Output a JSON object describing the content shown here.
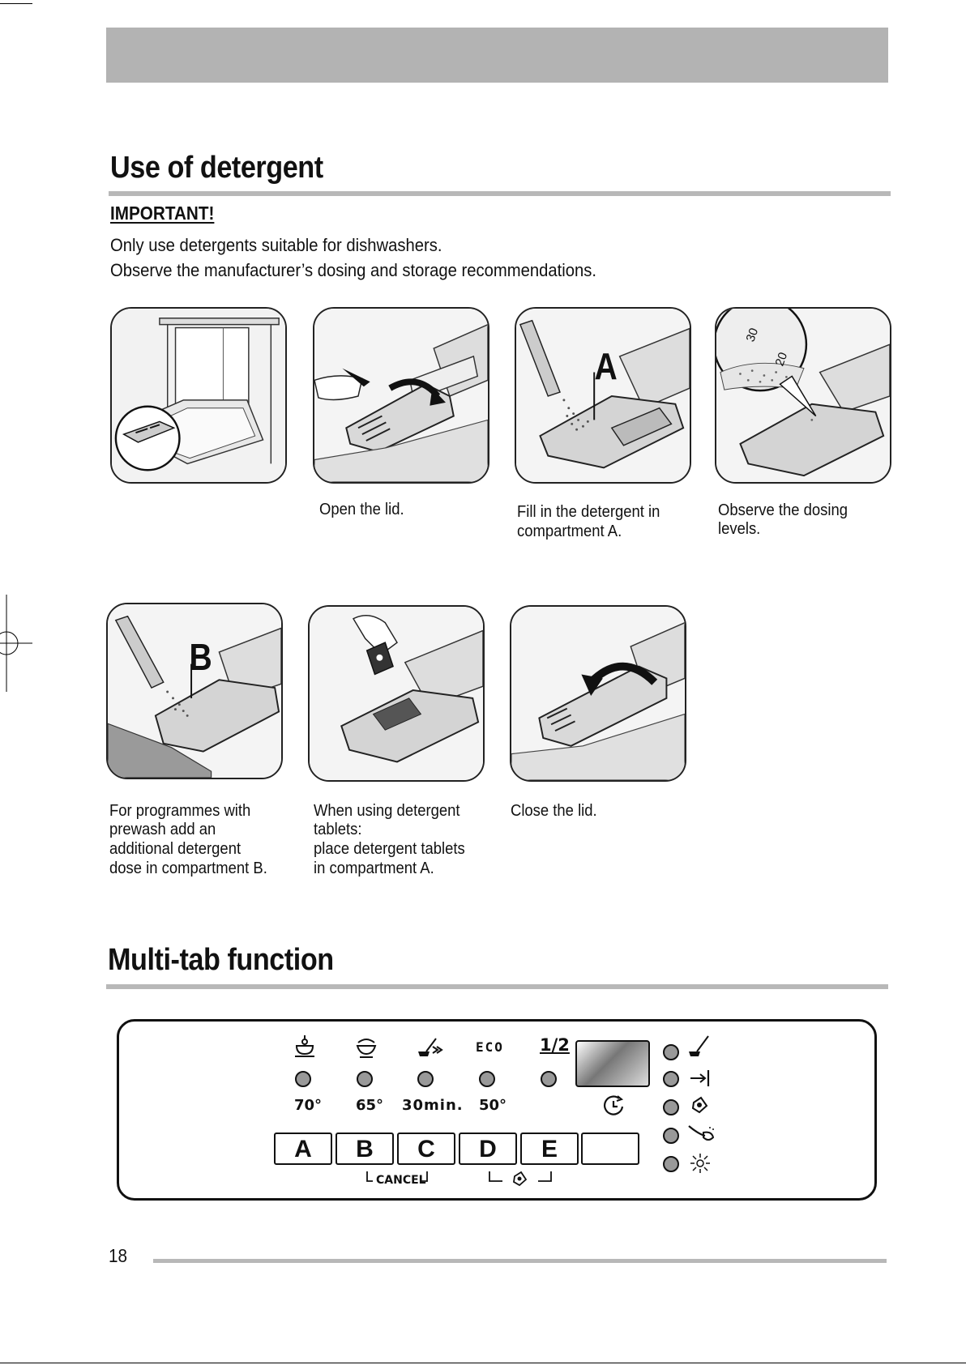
{
  "section1": {
    "title": "Use of detergent",
    "important_label": "IMPORTANT!",
    "lines": [
      "Only use detergents suitable for dishwashers.",
      "Observe the manufacturer’s dosing and storage recommendations."
    ]
  },
  "figures": {
    "fig2": {
      "caption": [
        "Open the lid."
      ]
    },
    "fig3": {
      "letter": "A",
      "caption": [
        "Fill in the detergent in",
        "compartment A."
      ]
    },
    "fig4": {
      "mark30": "30",
      "mark20": "20",
      "caption": [
        "Observe the dosing",
        "levels."
      ]
    },
    "fig5": {
      "letter": "B",
      "caption": [
        "For programmes with",
        "prewash add an",
        "additional detergent",
        "dose in compartment B."
      ]
    },
    "fig6": {
      "caption": [
        "When using detergent",
        "tablets:",
        "place detergent tablets",
        "in compartment A."
      ]
    },
    "fig7": {
      "caption": [
        "Close the lid."
      ]
    }
  },
  "section2": {
    "title": "Multi-tab function"
  },
  "control_panel": {
    "programmes": [
      {
        "icon": "pot-icon",
        "temp": "70°",
        "key": "A"
      },
      {
        "icon": "bowl-icon",
        "temp": "65°",
        "key": "B"
      },
      {
        "icon": "brush-quick-icon",
        "temp": "30min.",
        "key": "C"
      },
      {
        "icon": "eco-label",
        "temp": "50°",
        "key": "D",
        "label": "ECO"
      },
      {
        "icon": "half-load-label",
        "temp": "",
        "key": "E",
        "label": "1/2"
      }
    ],
    "cancel_label": "CANCEL",
    "indicators": [
      "brush-icon",
      "arrow-end-icon",
      "tablet-icon",
      "salt-icon",
      "rinse-aid-icon"
    ]
  },
  "footer": {
    "page_number": "18"
  }
}
